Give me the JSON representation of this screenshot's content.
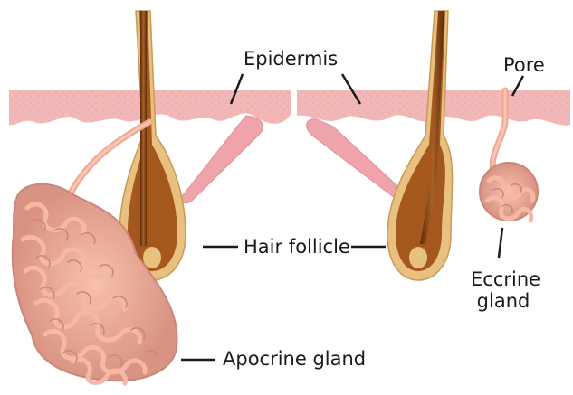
{
  "labels": {
    "epidermis": "Epidermis",
    "pore": "Pore",
    "hair_follicle": "Hair follicle",
    "eccrine_gland_line1": "Eccrine",
    "eccrine_gland_line2": "gland",
    "apocrine_gland": "Apocrine gland"
  },
  "colors": {
    "skin_layer": "#f2b8b8",
    "skin_dots": "#e9a1a4",
    "muscle": "#eea4aa",
    "hair_shaft": "#7a3b10",
    "follicle_outer": "#e8c080",
    "follicle_inner": "#a4581e",
    "gland_tube": "#f0a88e",
    "gland_dark": "#b87a70",
    "leader_line": "#1a1a1a"
  },
  "icons": [
    "skin-cross-section-illustration"
  ]
}
